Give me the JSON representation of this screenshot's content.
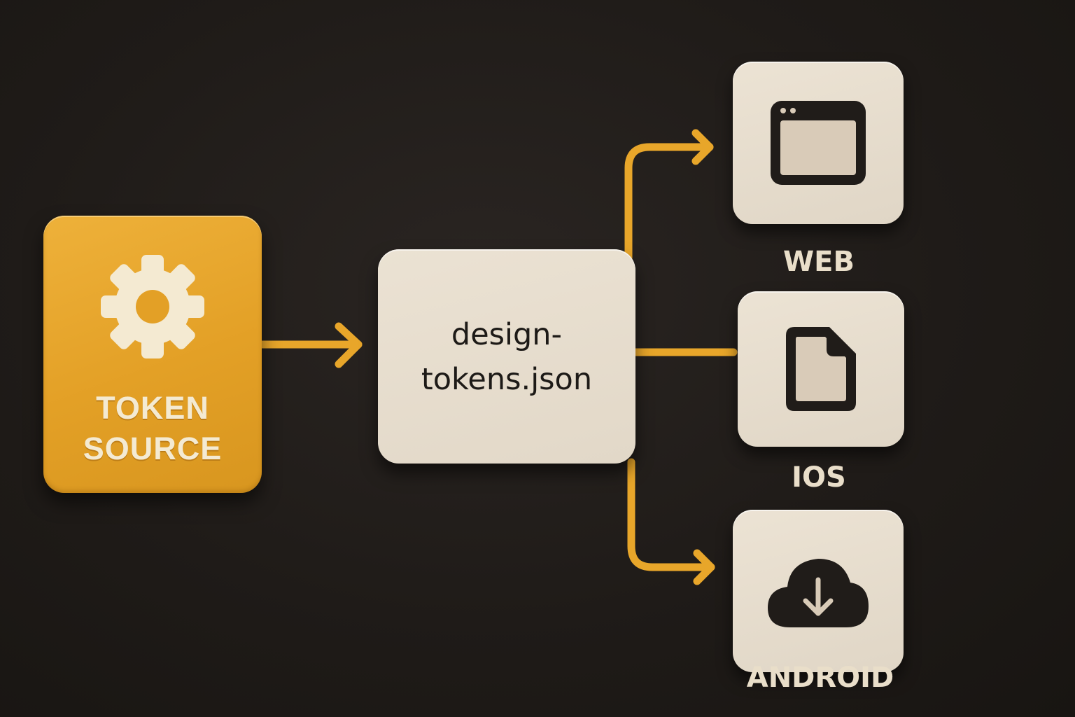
{
  "diagram": {
    "colors": {
      "background": "#1f1b18",
      "accent": "#e8a62a",
      "card": "#e6dccc",
      "ink": "#1d1a17",
      "label_light": "#e9dec9"
    },
    "source": {
      "icon": "gear-icon",
      "label_line1": "TOKEN",
      "label_line2": "SOURCE"
    },
    "file": {
      "label_line1": "design-",
      "label_line2": "tokens.json"
    },
    "targets": [
      {
        "label": "WEB",
        "icon": "browser-window-icon"
      },
      {
        "label": "IOS",
        "icon": "document-icon"
      },
      {
        "label": "ANDROID",
        "icon": "cloud-download-icon"
      }
    ]
  }
}
